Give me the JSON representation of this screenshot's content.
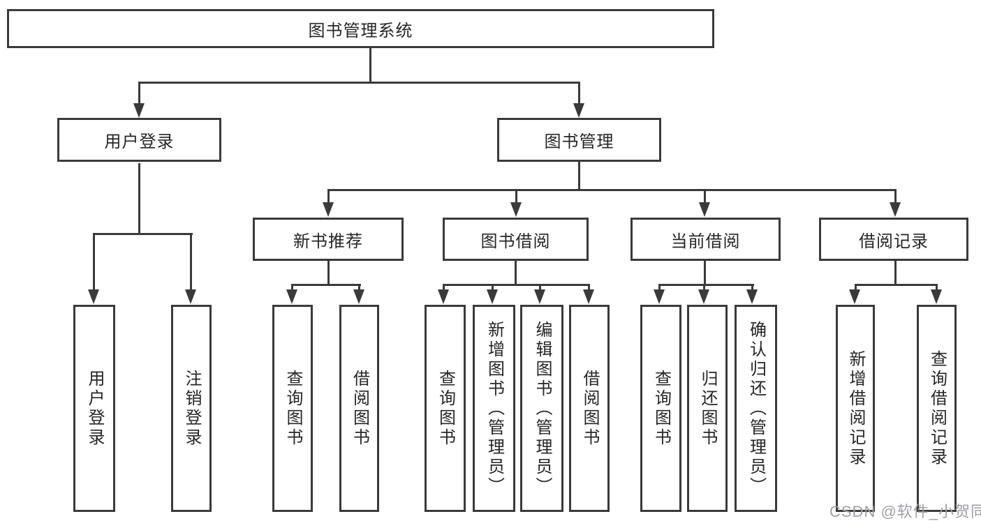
{
  "diagram": {
    "root": {
      "label": "图书管理系统"
    },
    "level2": {
      "user_login": {
        "label": "用户登录"
      },
      "book_mgmt": {
        "label": "图书管理"
      }
    },
    "level3": {
      "new_rec": {
        "label": "新书推荐"
      },
      "book_borrow": {
        "label": "图书借阅"
      },
      "current_borrow": {
        "label": "当前借阅"
      },
      "borrow_records": {
        "label": "借阅记录"
      }
    },
    "leaves": {
      "a1": {
        "label": "用户登录"
      },
      "a2": {
        "label": "注销登录"
      },
      "b1": {
        "label": "查询图书"
      },
      "b2": {
        "label": "借阅图书"
      },
      "c1": {
        "label": "查询图书"
      },
      "c2": {
        "label": "新增图书（管理员）"
      },
      "c3": {
        "label": "编辑图书（管理员）"
      },
      "c4": {
        "label": "借阅图书"
      },
      "d1": {
        "label": "查询图书"
      },
      "d2": {
        "label": "归还图书"
      },
      "d3": {
        "label": "确认归还（管理员）"
      },
      "e1": {
        "label": "新增借阅记录"
      },
      "e2": {
        "label": "查询借阅记录"
      }
    }
  },
  "watermark": {
    "text": "CSDN @软件_小贺同学"
  },
  "colors": {
    "line": "#3a3a3a",
    "text": "#262626",
    "watermark": "#9ba1a8",
    "background": "#ffffff"
  }
}
